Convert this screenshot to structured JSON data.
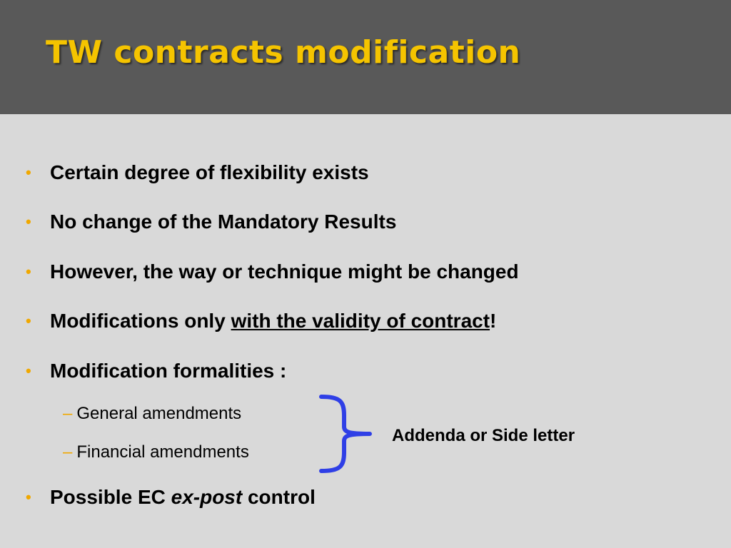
{
  "slide": {
    "title": "TW contracts modification",
    "bullet_symbol": "•",
    "sub_bullet_symbol": "–",
    "bullets": [
      {
        "text": "Certain degree of flexibility exists"
      },
      {
        "text": "No change of the Mandatory Results"
      },
      {
        "text": "However, the way or technique might be changed"
      },
      {
        "prefix": "Modifications only ",
        "underlined": "with the validity of contract",
        "suffix": "!"
      },
      {
        "text": "Modification formalities :"
      },
      {
        "prefix": "Possible EC ",
        "italic": "ex-post",
        "suffix": " control"
      }
    ],
    "sub_bullets": [
      {
        "text": "General amendments"
      },
      {
        "text": "Financial amendments"
      }
    ],
    "brace_note": "Addenda or Side letter"
  },
  "colors": {
    "header_bg": "#595959",
    "body_bg": "#d9d9d9",
    "title": "#f5c400",
    "bullet_marker": "#f0a800",
    "brace": "#2f3fe6",
    "text": "#000000"
  }
}
